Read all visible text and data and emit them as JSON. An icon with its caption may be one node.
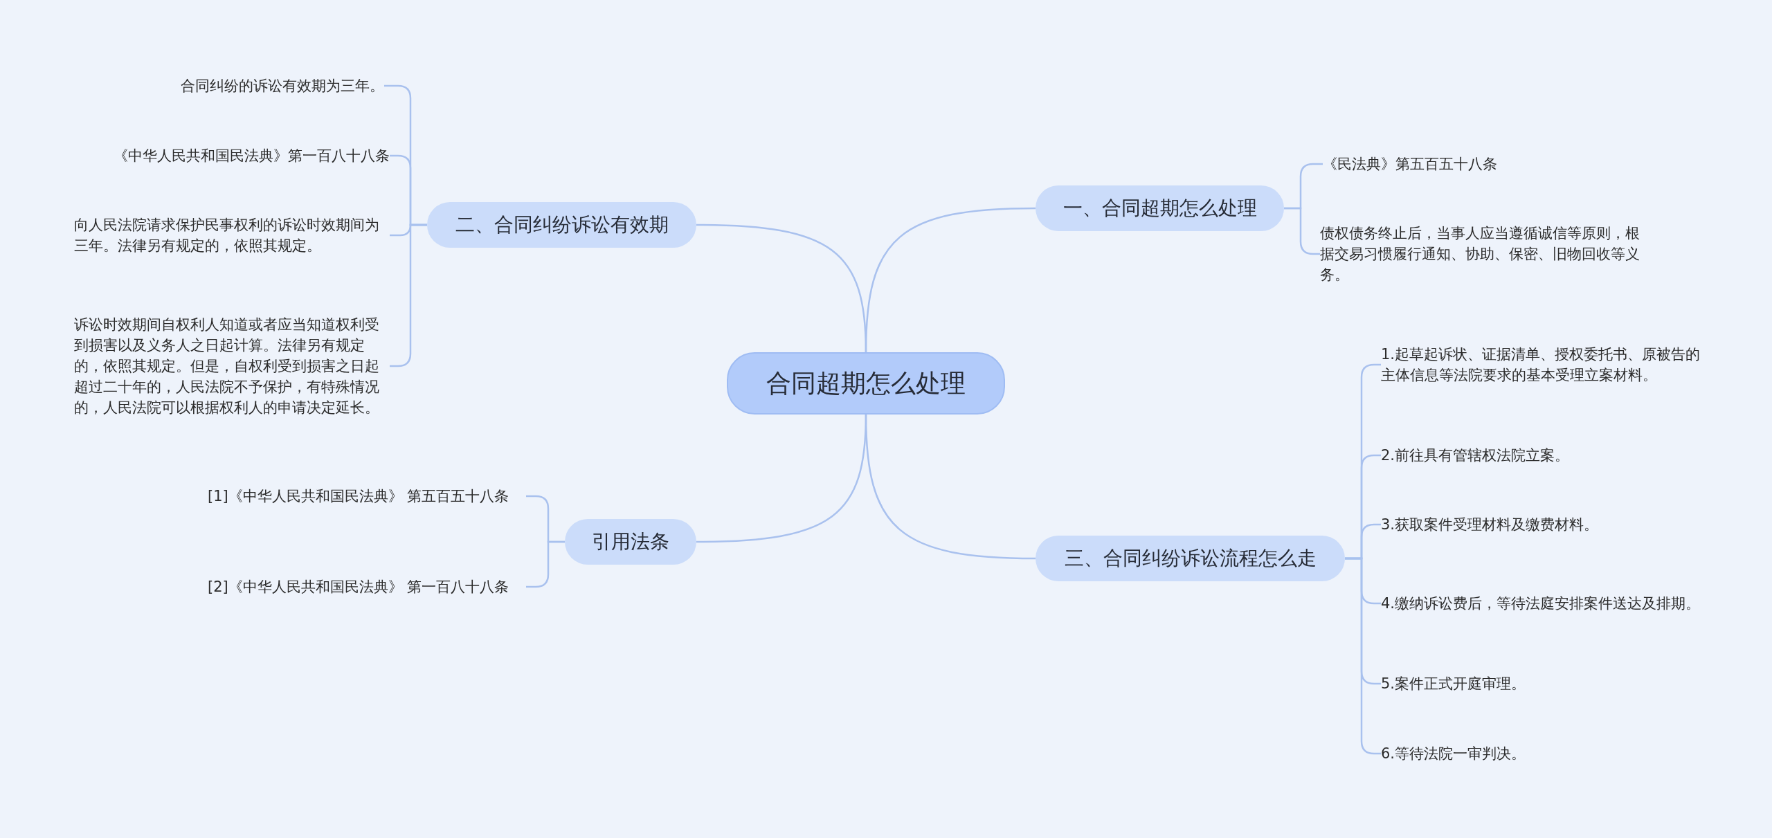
{
  "diagram": {
    "nodes": [
      {
        "text": [
          "合同超期怎么处理"
        ]
      },
      {
        "text": [
          "一、合同超期怎么处理"
        ]
      },
      {
        "text": [
          "《民法典》第五百五十八条"
        ]
      },
      {
        "text": [
          "债权债务终止后，当事人应当遵循诚信等原则，根据交易习惯履行通知、协助、保密、旧物回收等义务。"
        ]
      },
      {
        "text": [
          "三、合同纠纷诉讼流程怎么走"
        ]
      },
      {
        "text": [
          "1.起草起诉状、证据清单、授权委托书、原被告的主体信息等法院要求的基本受理立案材料。"
        ]
      },
      {
        "text": [
          "2.前往具有管辖权法院立案。"
        ]
      },
      {
        "text": [
          "3.获取案件受理材料及缴费材料。"
        ]
      },
      {
        "text": [
          "4.缴纳诉讼费后，等待法庭安排案件送达及排期。"
        ]
      },
      {
        "text": [
          "5.案件正式开庭审理。"
        ]
      },
      {
        "text": [
          "6.等待法院一审判决。"
        ]
      },
      {
        "text": [
          "二、合同纠纷诉讼有效期"
        ]
      },
      {
        "text": [
          "合同纠纷的诉讼有效期为三年。"
        ]
      },
      {
        "text": [
          "《中华人民共和国民法典》第一百八十八条"
        ]
      },
      {
        "text": [
          "向人民法院请求保护民事权利的诉讼时效期间为三年。法律另有规定的，依照其规定。"
        ]
      },
      {
        "text": [
          "诉讼时效期间自权利人知道或者应当知道权利受到损害以及义务人之日起计算。法律另有规定的，依照其规定。但是，自权利受到损害之日起超过二十年的，人民法院不予保护，有特殊情况的，人民法院可以根据权利人的申请决定延长。"
        ]
      },
      {
        "text": [
          "引用法条"
        ]
      },
      {
        "text": [
          "[1]《中华人民共和国民法典》 第五百五十八条"
        ]
      },
      {
        "text": [
          "[2]《中华人民共和国民法典》 第一百八十八条"
        ]
      }
    ],
    "edges": [
      {
        "from": 0,
        "to": 1,
        "arrow": "none"
      },
      {
        "from": 1,
        "to": 2,
        "arrow": "none"
      },
      {
        "from": 1,
        "to": 3,
        "arrow": "none"
      },
      {
        "from": 0,
        "to": 4,
        "arrow": "none"
      },
      {
        "from": 4,
        "to": 5,
        "arrow": "none"
      },
      {
        "from": 4,
        "to": 6,
        "arrow": "none"
      },
      {
        "from": 4,
        "to": 7,
        "arrow": "none"
      },
      {
        "from": 4,
        "to": 8,
        "arrow": "none"
      },
      {
        "from": 4,
        "to": 9,
        "arrow": "none"
      },
      {
        "from": 4,
        "to": 10,
        "arrow": "none"
      },
      {
        "from": 0,
        "to": 11,
        "arrow": "none"
      },
      {
        "from": 11,
        "to": 12,
        "arrow": "none"
      },
      {
        "from": 11,
        "to": 13,
        "arrow": "none"
      },
      {
        "from": 11,
        "to": 14,
        "arrow": "none"
      },
      {
        "from": 11,
        "to": 15,
        "arrow": "none"
      },
      {
        "from": 0,
        "to": 16,
        "arrow": "none"
      },
      {
        "from": 16,
        "to": 17,
        "arrow": "none"
      },
      {
        "from": 16,
        "to": 18,
        "arrow": "none"
      }
    ]
  }
}
